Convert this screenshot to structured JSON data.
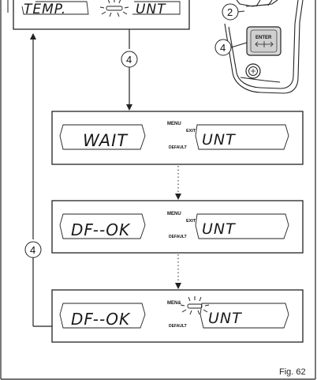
{
  "top_panel": {
    "left_text": "TEMP.",
    "right_text": "UNT"
  },
  "callouts": {
    "c2": "2",
    "c4_handlebar": "4",
    "c4_step": "4",
    "c4_loop": "4"
  },
  "controller": {
    "enter_label": "ENTER"
  },
  "panels": [
    {
      "left_text": "WAIT",
      "right_text": "UNT",
      "menu": "MENU",
      "exit": "EXIT",
      "default": "DEFAULT"
    },
    {
      "left_text": "DF--OK",
      "right_text": "UNT",
      "menu": "MENU",
      "exit": "EXIT",
      "default": "DEFAULT"
    },
    {
      "left_text": "DF--OK",
      "right_text": "UNT",
      "menu": "MEN&",
      "exit": "",
      "default": "DEFAULT"
    }
  ],
  "figure_label": "Fig. 62",
  "colors": {
    "line": "#222222",
    "panel_fill": "#ffffff",
    "button_fill": "#d8d8d8"
  }
}
